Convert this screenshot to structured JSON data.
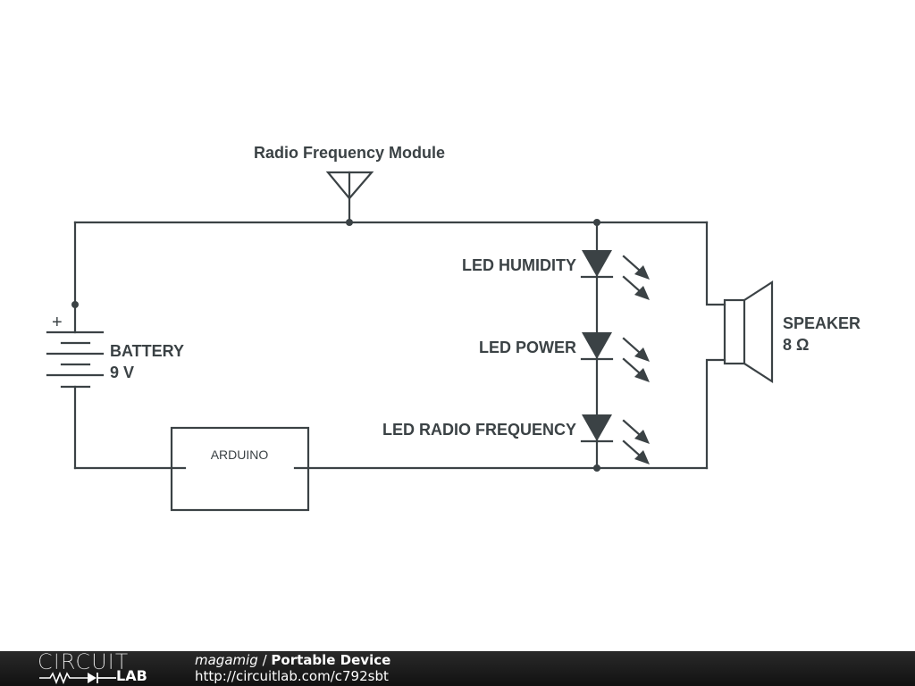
{
  "diagram": {
    "type": "circuit-schematic",
    "components": {
      "rf_module": {
        "label": "Radio Frequency Module",
        "kind": "antenna"
      },
      "battery": {
        "label": "BATTERY",
        "value": "9 V",
        "polarity_mark": "+"
      },
      "arduino": {
        "label": "ARDUINO"
      },
      "led_humidity": {
        "label": "LED HUMIDITY"
      },
      "led_power": {
        "label": "LED POWER"
      },
      "led_rf": {
        "label": "LED RADIO FREQUENCY"
      },
      "speaker": {
        "label": "SPEAKER",
        "value": "8 Ω"
      }
    },
    "connections": [
      "Battery (+) → top rail",
      "Top rail → RF Module antenna",
      "Top rail → LED HUMIDITY → LED POWER → LED RADIO FREQUENCY → bottom rail",
      "Top rail → Speaker → bottom rail",
      "Battery (−) → Arduino → bottom rail"
    ],
    "colors": {
      "ink": "#3b4245",
      "background": "#ffffff"
    }
  },
  "footer": {
    "logo_top": "CIRCUIT",
    "logo_bottom": "LAB",
    "author": "magamig",
    "separator": " / ",
    "title": "Portable Device",
    "url": "http://circuitlab.com/c792sbt",
    "background": "#1a1a1a"
  }
}
